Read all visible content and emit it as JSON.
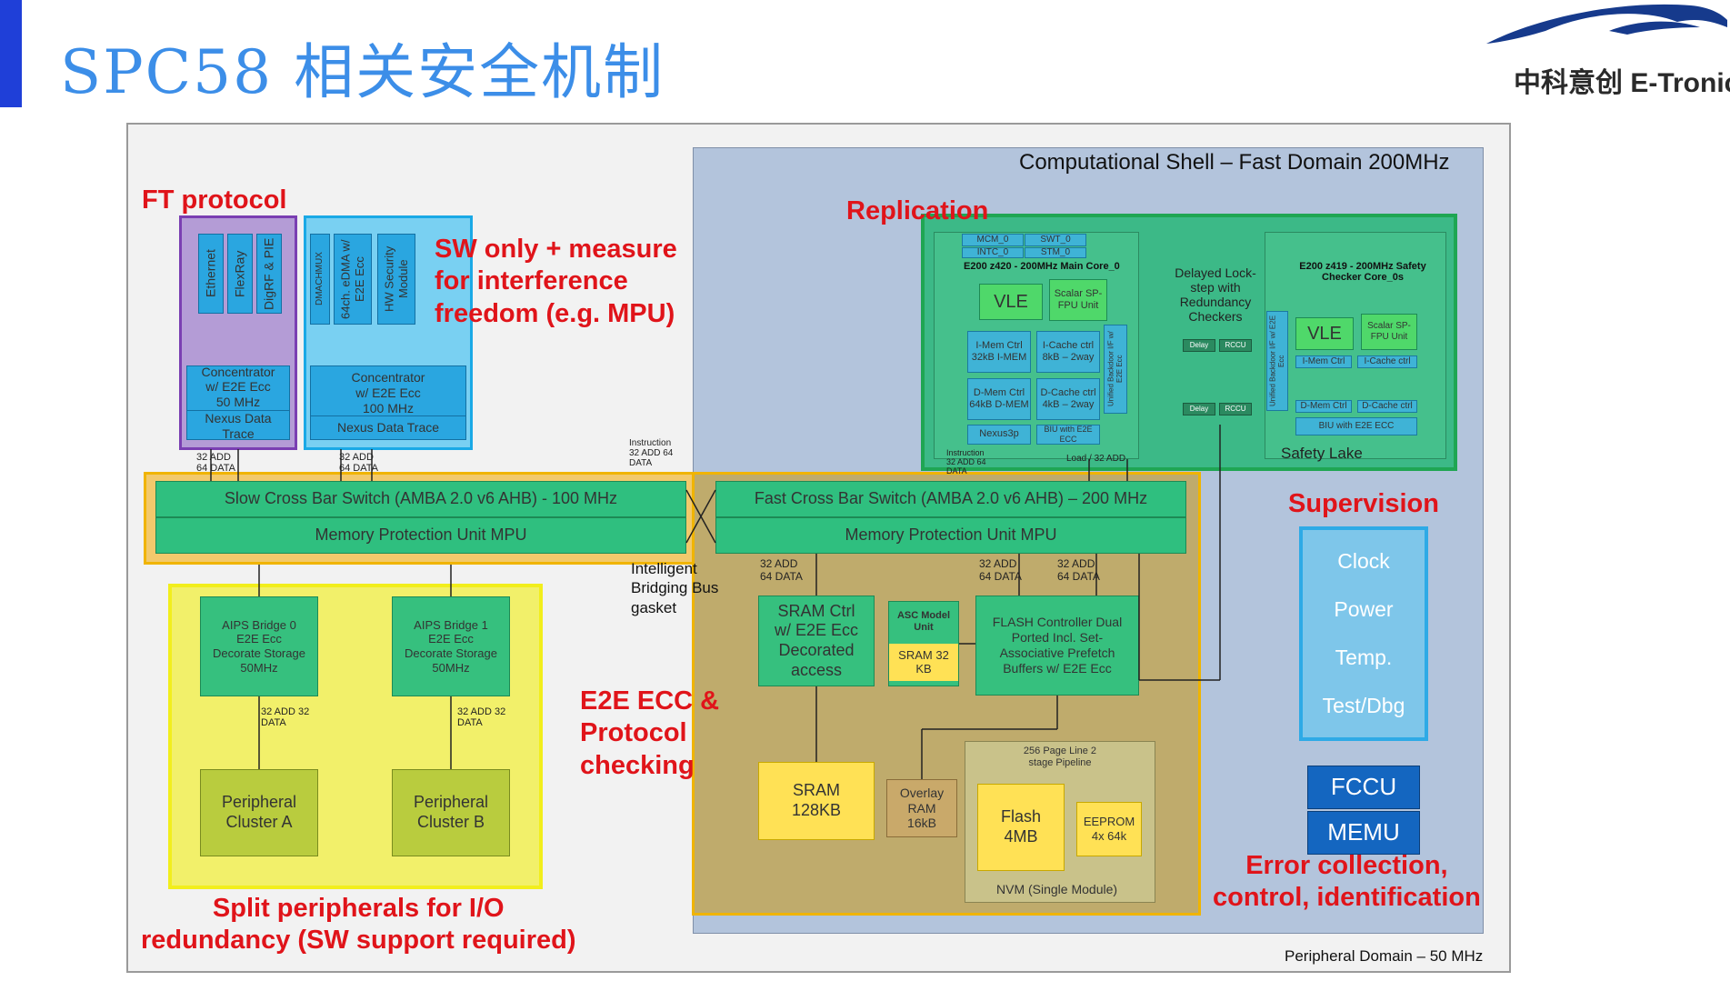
{
  "header": {
    "title": "SPC58 相关安全机制",
    "logo_text": "中科意创 E-Tronic"
  },
  "colors": {
    "accent": "#1f3fd8",
    "title": "#3c8ee8",
    "annotation": "#e0141a"
  },
  "diagram": {
    "fast_domain_label": "Computational Shell – Fast Domain 200MHz",
    "peripheral_domain_label": "Peripheral Domain – 50 MHz",
    "ft_blocks": [
      "Ethernet",
      "FlexRay",
      "DigRF & PIE"
    ],
    "concentrator_a": {
      "line1": "Concentrator",
      "line2": "w/ E2E Ecc",
      "line3": "50 MHz",
      "trace": "Nexus Data Trace"
    },
    "sw_blocks": [
      "DMACHMUX",
      "64ch. eDMA w/ E2E Ecc",
      "HW Security Module"
    ],
    "concentrator_b": {
      "line1": "Concentrator",
      "line2": "w/ E2E Ecc",
      "line3": "100 MHz",
      "trace": "Nexus Data Trace"
    },
    "bus_label_a": "32 ADD 64 DATA",
    "bus_label_b": "32 ADD 64 DATA",
    "instruction_label": "Instruction 32 ADD 64 DATA",
    "slow_switch": "Slow Cross Bar Switch (AMBA 2.0 v6 AHB) - 100 MHz",
    "slow_mpu": "Memory Protection Unit MPU",
    "fast_switch": "Fast Cross Bar Switch (AMBA 2.0 v6 AHB) – 200 MHz",
    "fast_mpu": "Memory Protection Unit MPU",
    "bridging": "Intelligent Bridging Bus gasket",
    "aips0": {
      "line1": "AIPS Bridge 0",
      "line2": "E2E Ecc",
      "line3": "Decorate Storage",
      "line4": "50MHz"
    },
    "aips1": {
      "line1": "AIPS Bridge 1",
      "line2": "E2E Ecc",
      "line3": "Decorate Storage",
      "line4": "50MHz"
    },
    "aips_bus": "32 ADD 32 DATA",
    "periph_a": "Peripheral Cluster A",
    "periph_b": "Peripheral Cluster B",
    "sram_ctrl": "SRAM Ctrl w/ E2E Ecc Decorated access",
    "asc": {
      "title": "ASC Model Unit",
      "sram": "SRAM 32 KB"
    },
    "flash_ctrl": "FLASH Controller Dual Ported Incl. Set-Associative Prefetch Buffers w/ E2E Ecc",
    "fast_bus": "32 ADD 64 DATA",
    "sram": "SRAM 128KB",
    "overlay": "Overlay RAM 16kB",
    "pipeline": "256 Page Line 2 stage Pipeline",
    "flash": "Flash 4MB",
    "eeprom": "EEPROM 4x 64k",
    "nvm": "NVM (Single Module)",
    "core0": {
      "top_cells": [
        "MCM_0",
        "SWT_0",
        "INTC_0",
        "STM_0"
      ],
      "title": "E200 z420 - 200MHz Main Core_0",
      "vle": "VLE",
      "fpu": "Scalar SP-FPU Unit",
      "imem": "I-Mem Ctrl 32kB I-MEM",
      "icache": "I-Cache ctrl 8kB – 2way",
      "dmem": "D-Mem Ctrl 64kB D-MEM",
      "dcache": "D-Cache ctrl 4kB – 2way",
      "nexus": "Nexus3p",
      "biu": "BIU with E2E ECC",
      "backdoor": "Unified Backdoor I/F w/ E2E Ecc"
    },
    "delayed_lockstep": "Delayed Lock-step with Redundancy Checkers",
    "delay_labels": [
      "Delay",
      "RCCU",
      "Delay",
      "RCCU"
    ],
    "core0s": {
      "title": "E200 z419 - 200MHz Safety Checker Core_0s",
      "vle": "VLE",
      "fpu": "Scalar SP-FPU Unit",
      "imem": "I-Mem Ctrl",
      "icache": "I-Cache ctrl",
      "dmem": "D-Mem Ctrl",
      "dcache": "D-Cache ctrl",
      "biu": "BIU with E2E ECC",
      "backdoor": "Unified Backdoor I/F w/ E2E Ecc"
    },
    "safety_lake": "Safety Lake",
    "load_label": "Load / 32 ADD",
    "core_instruction": "Instruction 32 ADD 64 DATA",
    "supervision_items": [
      "Clock",
      "Power",
      "Temp.",
      "Test/Dbg"
    ],
    "fccu": "FCCU",
    "memu": "MEMU"
  },
  "annotations": {
    "ft_protocol": "FT protocol",
    "sw_only": [
      "SW only + measure",
      "for interference",
      "freedom (e.g. MPU)"
    ],
    "replication": "Replication",
    "supervision": "Supervision",
    "e2e": [
      "E2E ECC &",
      "Protocol",
      "checking"
    ],
    "error": [
      "Error collection,",
      "control, identification"
    ],
    "split": [
      "Split peripherals for I/O",
      "redundancy (SW support required)"
    ]
  }
}
